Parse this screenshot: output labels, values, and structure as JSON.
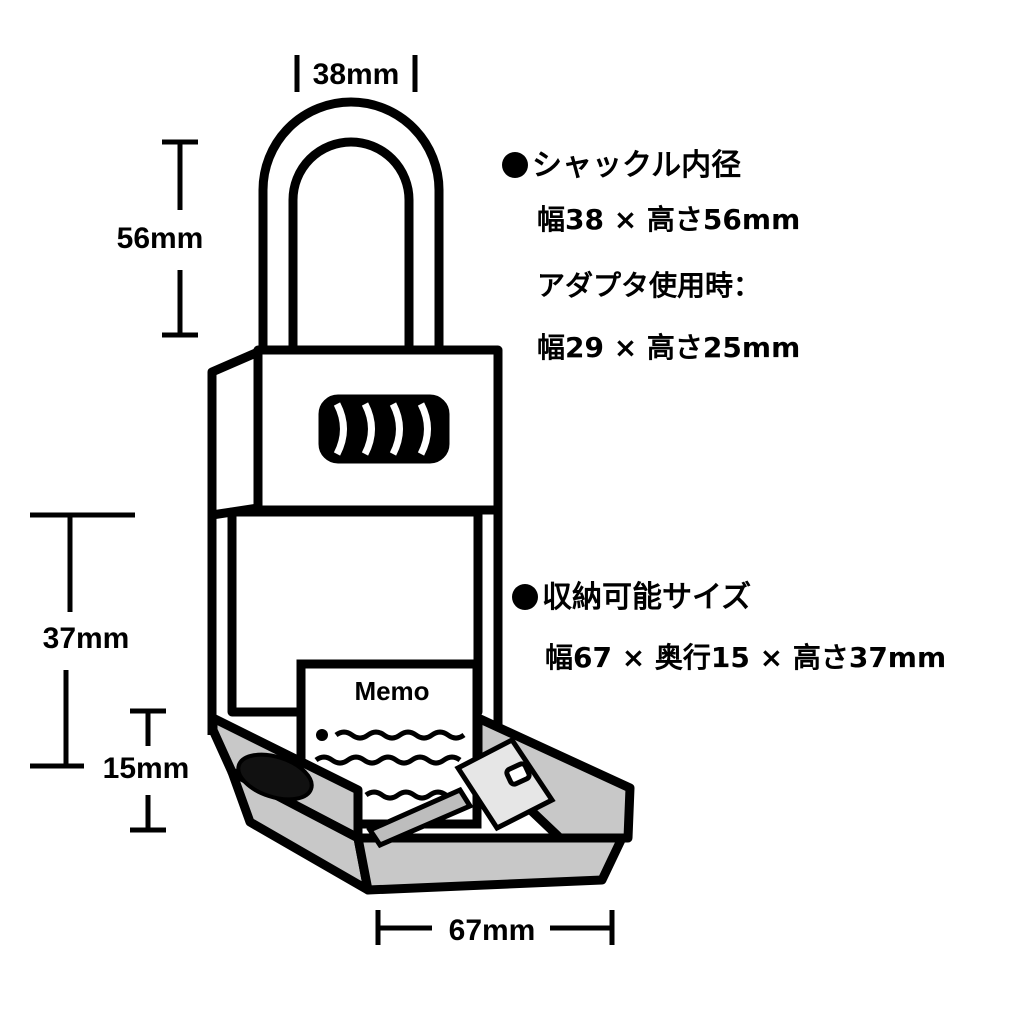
{
  "dimensions": {
    "shackle_width": "38mm",
    "shackle_height": "56mm",
    "storage_height": "37mm",
    "storage_depth": "15mm",
    "storage_width": "67mm"
  },
  "illustration": {
    "memo_label": "Memo"
  },
  "specs": {
    "shackle": {
      "title": "シャックル内径",
      "line1": "幅38 × 高さ56mm",
      "line2": "アダプタ使用時：",
      "line3": "幅29 × 高さ25mm"
    },
    "storage": {
      "title": "収納可能サイズ",
      "line1": "幅67 × 奥行15 × 高さ37mm"
    }
  },
  "colors": {
    "line": "#000000",
    "fill_gray": "#c8c8c8",
    "background": "#ffffff"
  }
}
